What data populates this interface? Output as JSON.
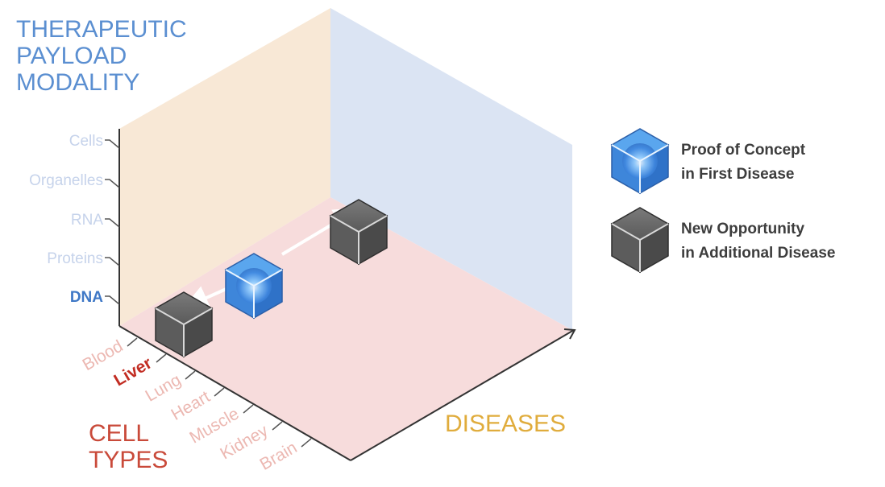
{
  "axes": {
    "modality": {
      "title_lines": [
        "THERAPEUTIC",
        "PAYLOAD",
        "MODALITY"
      ],
      "ticks": [
        "Cells",
        "Organelles",
        "RNA",
        "Proteins",
        "DNA"
      ],
      "highlighted": "DNA",
      "color": "#5b8fd1"
    },
    "cell_types": {
      "title_lines": [
        "CELL",
        "TYPES"
      ],
      "ticks": [
        "Blood",
        "Liver",
        "Lung",
        "Heart",
        "Muscle",
        "Kidney",
        "Brain"
      ],
      "highlighted": "Liver",
      "color": "#c94a3a"
    },
    "diseases": {
      "title": "DISEASES",
      "color": "#e0ac3c"
    }
  },
  "legend": [
    {
      "icon": "blue-cube-icon",
      "lines": [
        "Proof of Concept",
        "in First Disease"
      ],
      "color": "#3f87df"
    },
    {
      "icon": "gray-cube-icon",
      "lines": [
        "New Opportunity",
        "in Additional Disease"
      ],
      "color": "#5f5f5f"
    }
  ],
  "planes": {
    "back_wall_color": "#dbe4f3",
    "left_wall_color": "#f8e8d6",
    "floor_color": "#f7dcdc"
  }
}
